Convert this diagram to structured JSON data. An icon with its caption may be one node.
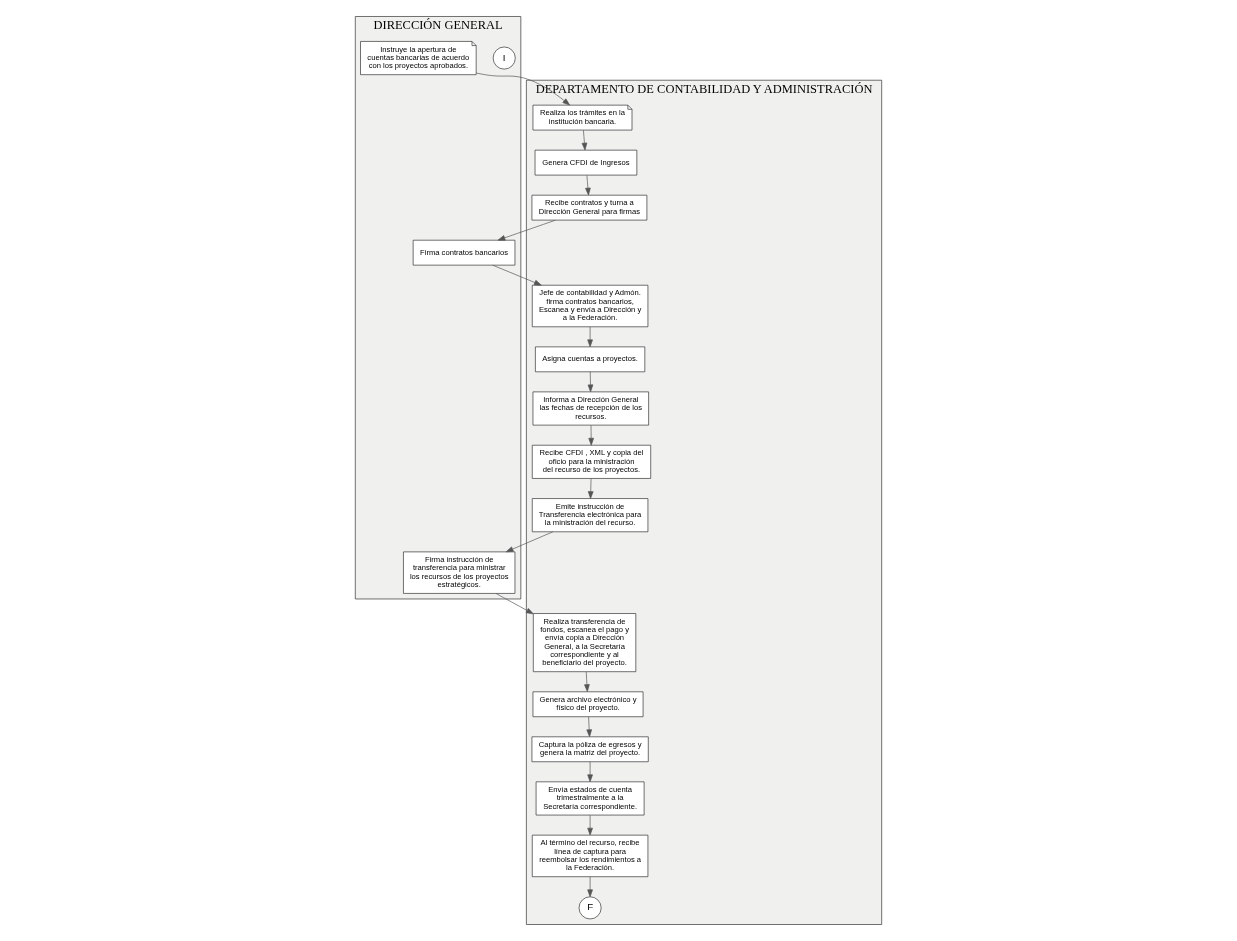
{
  "diagram": {
    "nodes": [
      {
        "text": [
          "DIRECCIÓN GENERAL"
        ]
      },
      {
        "text": [
          "I"
        ],
        "in": 0
      },
      {
        "text": [
          "Instruye la apertura de cuentas bancarias de acuerdo con los proyectos aprobados."
        ],
        "in": 0
      },
      {
        "text": [
          "Firma contratos bancarios"
        ],
        "in": 0
      },
      {
        "text": [
          "Firma instrucción de transferencia para ministrar los recursos de los proyectos estratégicos."
        ],
        "in": 0
      },
      {
        "text": [
          "DEPARTAMENTO DE CONTABILIDAD Y ADMINISTRACIÓN"
        ]
      },
      {
        "text": [
          "Realiza los trámites en la institución bancaria."
        ],
        "in": 5
      },
      {
        "text": [
          "Informa a Dirección General las fechas de recepción de los recursos."
        ],
        "in": 5
      },
      {
        "text": [
          "Recibe CFDI , XML y copia del oficio para la ministración del recurso de los proyectos."
        ],
        "in": 5
      },
      {
        "text": [
          "Genera CFDI de Ingresos"
        ],
        "in": 5
      },
      {
        "text": [
          "Asigna cuentas a proyectos."
        ],
        "in": 5
      },
      {
        "text": [
          "Recibe contratos y turna a Dirección General para firmas"
        ],
        "in": 5
      },
      {
        "text": [
          "Jefe de contabilidad y Admón. firma contratos bancarios, Escanea y envía a Dirección y a la Federación."
        ],
        "in": 5
      },
      {
        "text": [
          "Emite instrucción de Transferencia electrónica para la ministración del recurso."
        ],
        "in": 5
      },
      {
        "text": [
          "Realiza transferencia de fondos, escanea el pago y envía copia a Dirección General, a la Secretaría correspondiente y al beneficiario del proyecto."
        ],
        "in": 5
      },
      {
        "text": [
          "Genera archivo electrónico y físico del proyecto."
        ],
        "in": 5
      },
      {
        "text": [
          "Envía estados de cuenta trimestralmente a la Secretaría correspondiente."
        ],
        "in": 5
      },
      {
        "text": [
          "Captura la póliza de egresos y genera la matriz del proyecto."
        ],
        "in": 5
      },
      {
        "text": [
          "Al término del recurso, recibe línea de captura para reembolsar los rendimientos a la Federación."
        ],
        "in": 5
      },
      {
        "text": [
          "F"
        ],
        "in": 5
      }
    ],
    "edges": [
      {
        "from": 2,
        "to": 6,
        "arrow": "to"
      },
      {
        "from": 6,
        "to": 9,
        "arrow": "to"
      },
      {
        "from": 9,
        "to": 11,
        "arrow": "to"
      },
      {
        "from": 11,
        "to": 3,
        "arrow": "to"
      },
      {
        "from": 3,
        "to": 12,
        "arrow": "to"
      },
      {
        "from": 12,
        "to": 10,
        "arrow": "to"
      },
      {
        "from": 10,
        "to": 7,
        "arrow": "to"
      },
      {
        "from": 7,
        "to": 8,
        "arrow": "to"
      },
      {
        "from": 8,
        "to": 13,
        "arrow": "to"
      },
      {
        "from": 13,
        "to": 4,
        "arrow": "to"
      },
      {
        "from": 4,
        "to": 14,
        "arrow": "to"
      },
      {
        "from": 14,
        "to": 15,
        "arrow": "to"
      },
      {
        "from": 15,
        "to": 17,
        "arrow": "to"
      },
      {
        "from": 17,
        "to": 16,
        "arrow": "to"
      },
      {
        "from": 16,
        "to": 18,
        "arrow": "to"
      },
      {
        "from": 18,
        "to": 19,
        "arrow": "to"
      }
    ]
  }
}
